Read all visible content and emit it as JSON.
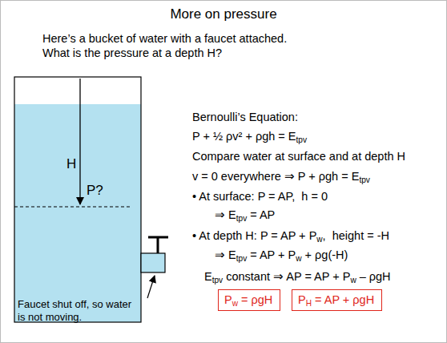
{
  "diagram": {
    "title": "More on pressure",
    "nodes": [
      {
        "text": [
          "Pw = ρgH"
        ]
      },
      {
        "text": [
          "PH = AP + ρgH"
        ]
      }
    ],
    "labels": [
      "Here’s a bucket of water with a faucet attached.",
      "What is the pressure at a depth H?",
      "H",
      "P?",
      "Bernoulli’s Equation:",
      "P + ½ ρv² + ρgh = Etpv",
      "Compare water at surface and at depth H",
      "v = 0 everywhere ⇒ P + ρgh = Etpv",
      "• At surface: P = AP,  h = 0",
      "⇒ Etpv = AP",
      "• At depth H: P = AP + Pw,  height = -H",
      "⇒ Etpv = AP + Pw + ρg(-H)",
      "Etpv constant ⇒ AP = AP + Pw – ρgH",
      "Faucet shut off, so water is not moving."
    ]
  }
}
